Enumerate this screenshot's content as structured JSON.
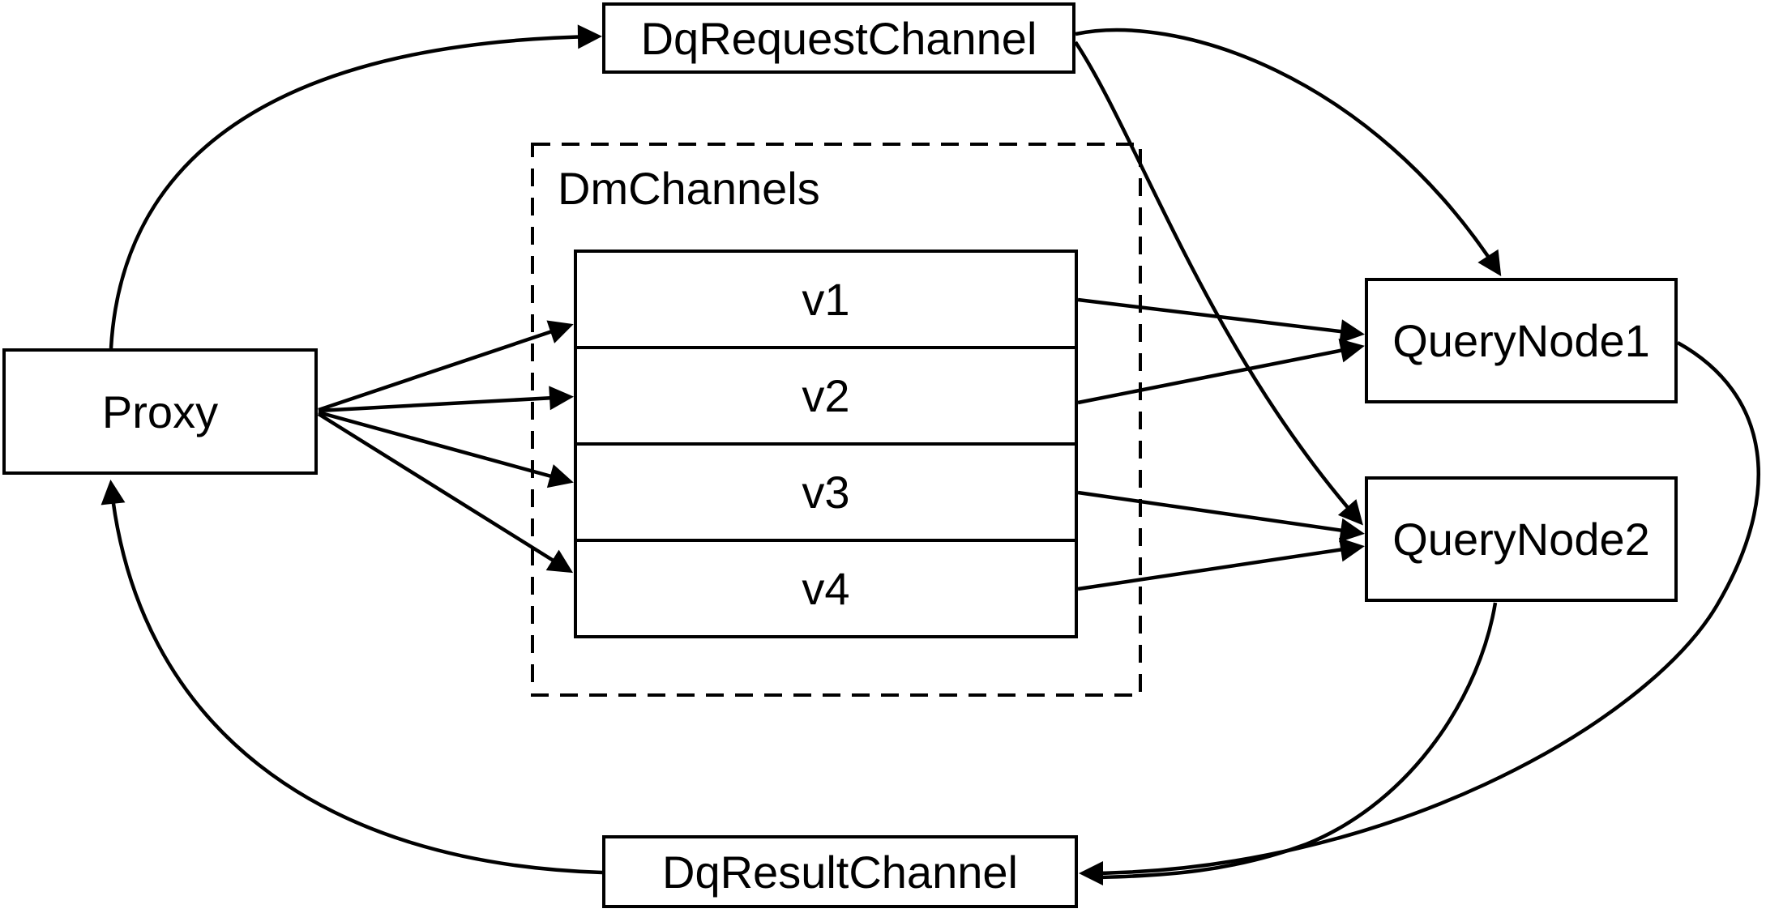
{
  "diagram": {
    "background_color": "#ffffff",
    "line_color": "#000000",
    "nodes": {
      "proxy": {
        "label": "Proxy"
      },
      "dq_request_channel": {
        "label": "DqRequestChannel"
      },
      "dm_channels": {
        "label": "DmChannels",
        "channels": [
          {
            "label": "v1"
          },
          {
            "label": "v2"
          },
          {
            "label": "v3"
          },
          {
            "label": "v4"
          }
        ]
      },
      "query_node_1": {
        "label": "QueryNode1"
      },
      "query_node_2": {
        "label": "QueryNode2"
      },
      "dq_result_channel": {
        "label": "DqResultChannel"
      }
    },
    "edges": [
      {
        "from": "Proxy",
        "to": "DqRequestChannel"
      },
      {
        "from": "Proxy",
        "to": "v1"
      },
      {
        "from": "Proxy",
        "to": "v2"
      },
      {
        "from": "Proxy",
        "to": "v3"
      },
      {
        "from": "Proxy",
        "to": "v4"
      },
      {
        "from": "v1",
        "to": "QueryNode1"
      },
      {
        "from": "v2",
        "to": "QueryNode1"
      },
      {
        "from": "v3",
        "to": "QueryNode2"
      },
      {
        "from": "v4",
        "to": "QueryNode2"
      },
      {
        "from": "DqRequestChannel",
        "to": "QueryNode1"
      },
      {
        "from": "DqRequestChannel",
        "to": "QueryNode2"
      },
      {
        "from": "QueryNode1",
        "to": "DqResultChannel"
      },
      {
        "from": "QueryNode2",
        "to": "DqResultChannel"
      },
      {
        "from": "DqResultChannel",
        "to": "Proxy"
      }
    ]
  }
}
